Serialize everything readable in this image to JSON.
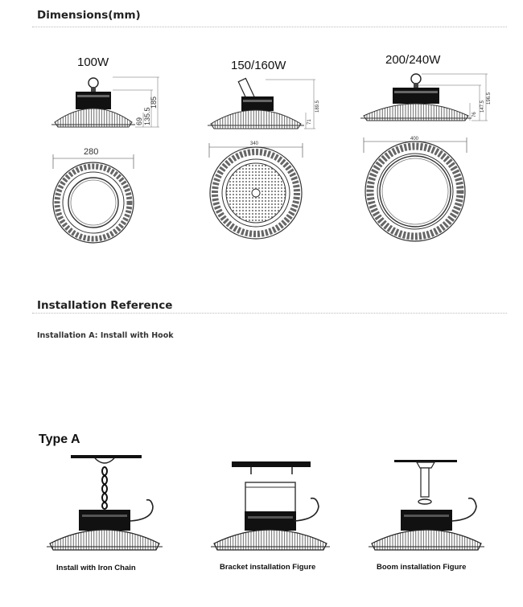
{
  "dimensions": {
    "title": "Dimensions(mm)",
    "models": [
      {
        "label": "100W",
        "height_dims": [
          "69",
          "135.5",
          "185"
        ],
        "width_dim": "280"
      },
      {
        "label": "150/160W",
        "height_dims": [
          "71",
          "189.5"
        ],
        "width_dim": "340"
      },
      {
        "label": "200/240W",
        "height_dims": [
          "76",
          "147.5",
          "196.5"
        ],
        "width_dim": "400"
      }
    ]
  },
  "installation": {
    "title": "Installation Reference",
    "subtitle": "Installation A: Install with Hook",
    "type_label": "Type A",
    "figures": [
      {
        "caption": "Install with Iron Chain"
      },
      {
        "caption": "Bracket installation Figure"
      },
      {
        "caption": "Boom installation Figure"
      }
    ]
  }
}
